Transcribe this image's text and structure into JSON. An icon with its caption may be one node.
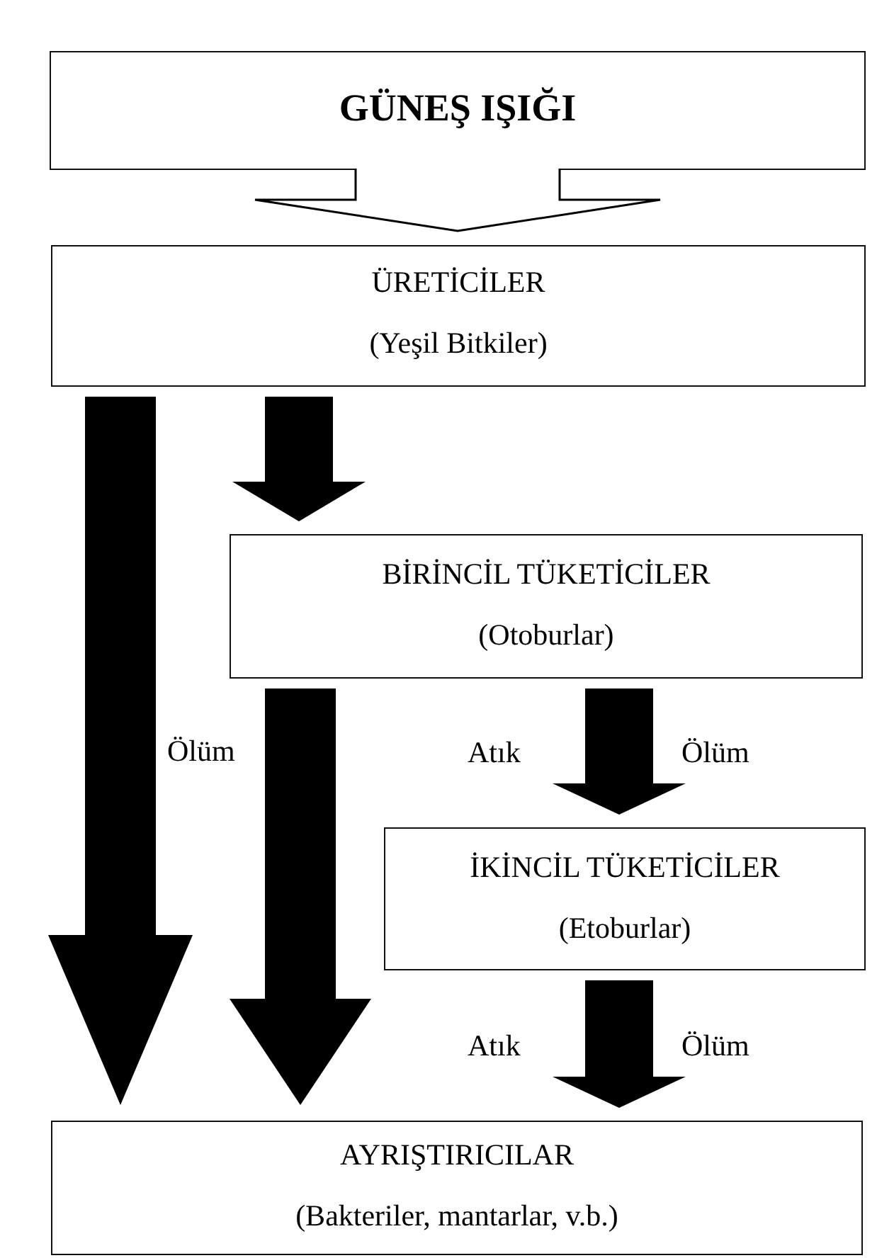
{
  "diagram": {
    "nodes": [
      {
        "text": [
          "GÜNEŞ IŞIĞI"
        ]
      },
      {
        "text": [
          "ÜRETİCİLER",
          "(Yeşil Bitkiler)"
        ]
      },
      {
        "text": [
          "BİRİNCİL TÜKETİCİLER",
          "(Otoburlar)"
        ]
      },
      {
        "text": [
          "İKİNCİL TÜKETİCİLER",
          "(Etoburlar)"
        ]
      },
      {
        "text": [
          "AYRIŞTIRICILAR",
          "(Bakteriler, mantarlar, v.b.)"
        ]
      }
    ],
    "edges": [
      {
        "from": 0,
        "to": 1,
        "arrow": "to"
      },
      {
        "from": 1,
        "to": 4,
        "arrow": "to",
        "style": "thick"
      },
      {
        "from": 1,
        "to": 2,
        "arrow": "to",
        "style": "thick"
      },
      {
        "from": 2,
        "to": 4,
        "arrow": "to",
        "style": "thick"
      },
      {
        "from": 2,
        "to": 3,
        "arrow": "to",
        "style": "thick"
      },
      {
        "from": 3,
        "to": 4,
        "arrow": "to",
        "style": "thick"
      }
    ],
    "labels": [
      "Ölüm",
      "Atık",
      "Ölüm",
      "Atık",
      "Ölüm"
    ]
  }
}
